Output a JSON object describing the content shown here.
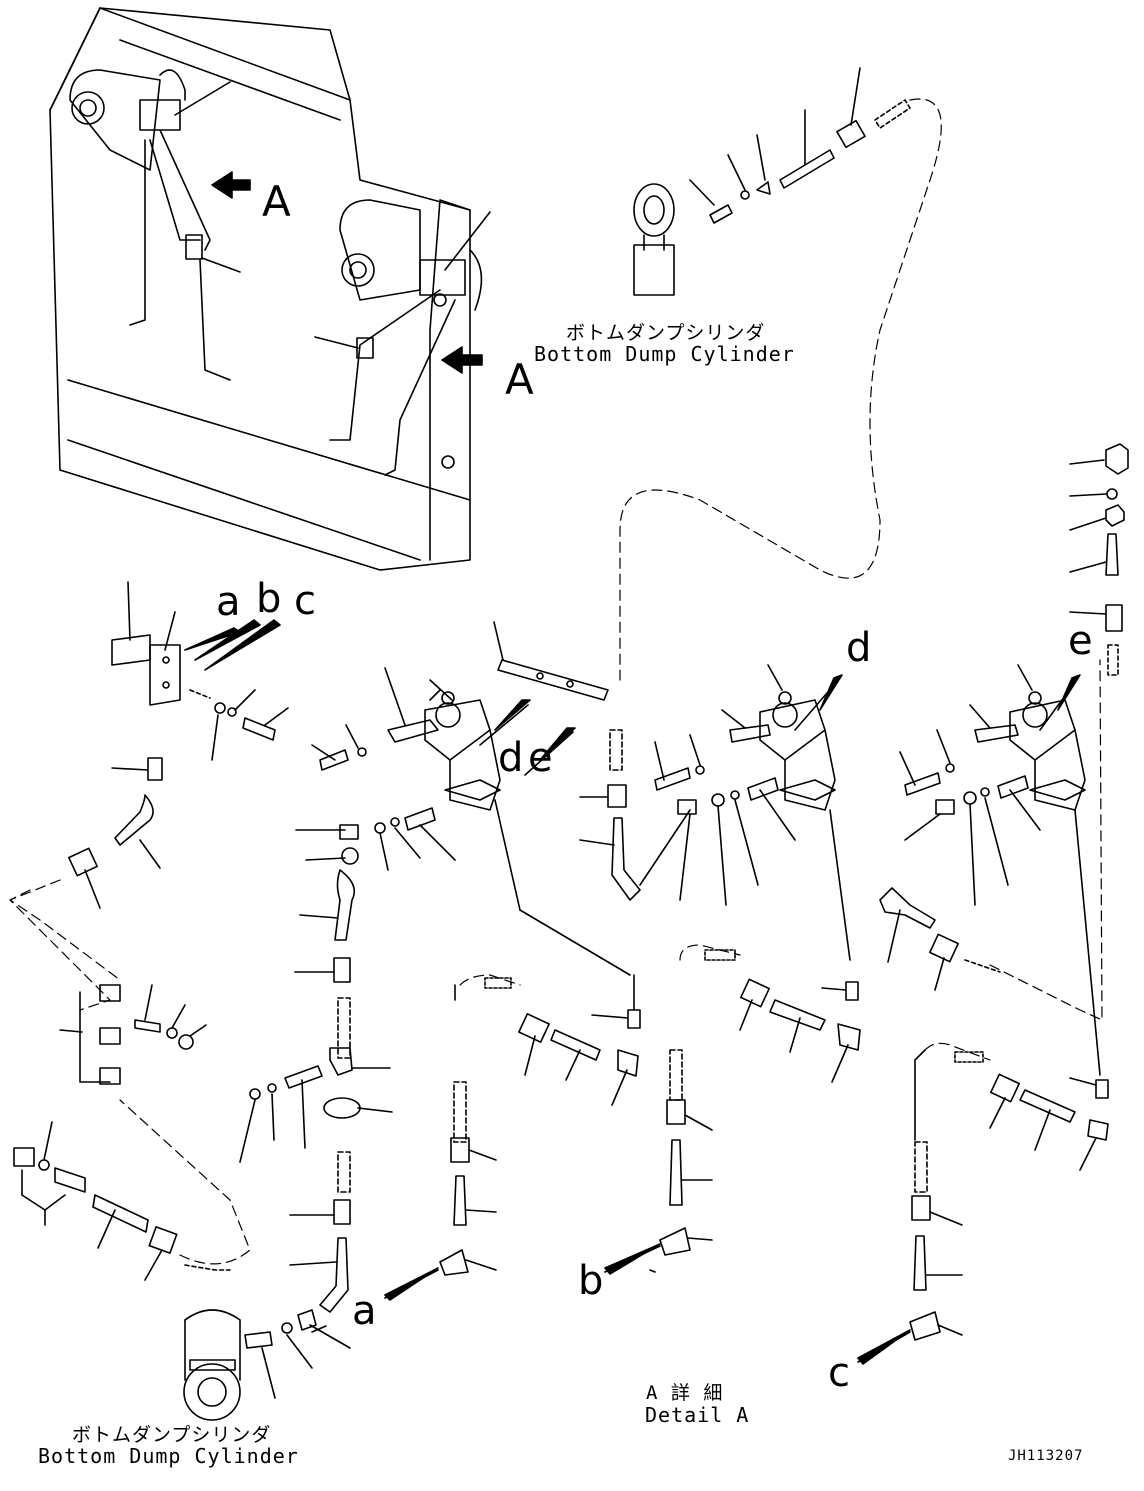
{
  "captions": {
    "top_cylinder_jp": "ボトムダンプシリンダ",
    "top_cylinder_en": "Bottom Dump Cylinder",
    "bottom_cylinder_jp": "ボトムダンプシリンダ",
    "bottom_cylinder_en": "Bottom Dump Cylinder",
    "detail_jp": "A 詳 細",
    "detail_en": "Detail A"
  },
  "view_markers": {
    "view_1": "A",
    "view_2": "A"
  },
  "connection_letters": {
    "a_top": "a",
    "b_top": "b",
    "c_top": "c",
    "d_left": "d",
    "e_left": "e",
    "d_mid": "d",
    "e_right": "e",
    "a_bottom": "a",
    "b_bottom": "b",
    "c_bottom": "c"
  },
  "drawing_code": "JH113207",
  "colors": {
    "line": "#000000",
    "background": "#ffffff"
  }
}
